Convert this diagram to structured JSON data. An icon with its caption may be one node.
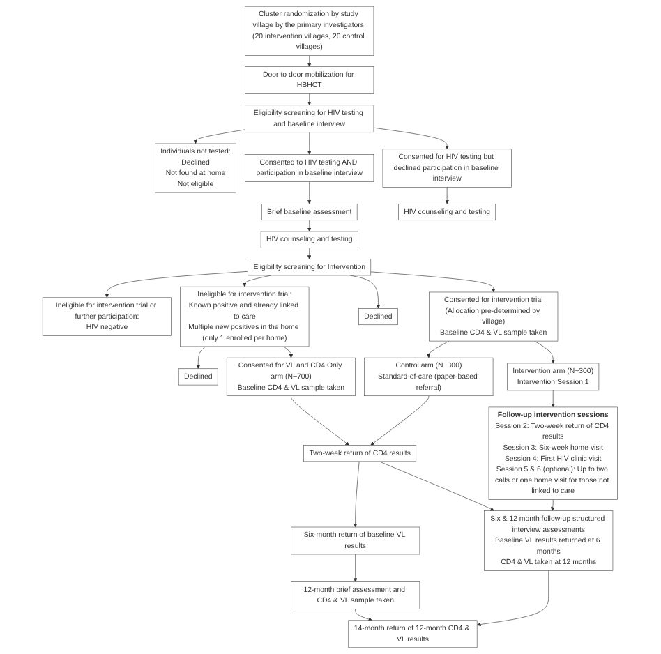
{
  "diagram": {
    "nodes": [
      {
        "text": [
          "Cluster randomization by study village by the primary investigators (20 intervention villages, 20 control villages)"
        ]
      },
      {
        "text": [
          "Door to door mobilization for HBHCT"
        ]
      },
      {
        "text": [
          "Eligibility screening for HIV testing and baseline interview"
        ]
      },
      {
        "text": [
          "Individuals not tested:",
          "Declined",
          "Not found at home",
          "Not eligible"
        ]
      },
      {
        "text": [
          "Consented to HIV testing AND participation in baseline interview"
        ]
      },
      {
        "text": [
          "Consented for HIV testing but declined participation in baseline interview"
        ]
      },
      {
        "text": [
          "Brief baseline assessment"
        ]
      },
      {
        "text": [
          "HIV counseling and testing"
        ]
      },
      {
        "text": [
          "HIV counseling and testing"
        ]
      },
      {
        "text": [
          "Ineligible for intervention trial or further participation:",
          "HIV negative"
        ]
      },
      {
        "text": [
          "Eligibility screening for Intervention"
        ]
      },
      {
        "text": [
          "Ineligible for intervention trial:",
          "Known positive and already linked to care",
          "Multiple new positives in the home (only 1 enrolled per home)"
        ]
      },
      {
        "text": [
          "Declined"
        ]
      },
      {
        "text": [
          "Consented for intervention trial",
          "(Allocation pre-determined by village)",
          "Baseline CD4 & VL sample taken"
        ]
      },
      {
        "text": [
          "Declined"
        ]
      },
      {
        "text": [
          "Consented for VL and CD4 Only arm (N~700)",
          "Baseline CD4 & VL sample taken"
        ]
      },
      {
        "text": [
          "Intervention arm (N~300)",
          "Intervention Session 1"
        ]
      },
      {
        "text": [
          "Control arm (N~300)",
          "Standard-of-care (paper-based referral)"
        ]
      },
      {
        "text": [
          "Follow-up intervention sessions",
          "Session 2: Two-week return of CD4 results",
          "Session 3: Six-week home visit",
          "Session 4: First HIV clinic visit",
          "Session 5 & 6 (optional): Up to two calls or one home visit for those not linked to care"
        ]
      },
      {
        "text": [
          "Two-week return of CD4 results"
        ]
      },
      {
        "text": [
          "Six-month return of baseline VL results"
        ]
      },
      {
        "text": [
          "Six & 12 month follow-up structured interview assessments",
          "Baseline VL results returned at 6 months",
          "CD4 & VL taken at 12 months"
        ]
      },
      {
        "text": [
          "12-month brief assessment and CD4 & VL sample taken"
        ]
      },
      {
        "text": [
          "14-month return of 12-month CD4 & VL results"
        ]
      }
    ],
    "edges": [
      {
        "from": 0,
        "to": 1,
        "arrow": "to"
      },
      {
        "from": 1,
        "to": 2,
        "arrow": "to"
      },
      {
        "from": 2,
        "to": 3,
        "arrow": "to"
      },
      {
        "from": 2,
        "to": 4,
        "arrow": "to"
      },
      {
        "from": 2,
        "to": 5,
        "arrow": "to"
      },
      {
        "from": 4,
        "to": 6,
        "arrow": "to"
      },
      {
        "from": 5,
        "to": 7,
        "arrow": "to"
      },
      {
        "from": 6,
        "to": 8,
        "arrow": "to"
      },
      {
        "from": 8,
        "to": 10,
        "arrow": "to"
      },
      {
        "from": 10,
        "to": 9,
        "arrow": "to"
      },
      {
        "from": 10,
        "to": 11,
        "arrow": "to"
      },
      {
        "from": 10,
        "to": 12,
        "arrow": "to"
      },
      {
        "from": 10,
        "to": 13,
        "arrow": "to"
      },
      {
        "from": 11,
        "to": 14,
        "arrow": "to"
      },
      {
        "from": 11,
        "to": 15,
        "arrow": "to"
      },
      {
        "from": 13,
        "to": 16,
        "arrow": "to"
      },
      {
        "from": 13,
        "to": 17,
        "arrow": "to"
      },
      {
        "from": 16,
        "to": 18,
        "arrow": "to"
      },
      {
        "from": 17,
        "to": 19,
        "arrow": "to"
      },
      {
        "from": 15,
        "to": 19,
        "arrow": "to"
      },
      {
        "from": 19,
        "to": 20,
        "arrow": "to"
      },
      {
        "from": 18,
        "to": 21,
        "arrow": "to"
      },
      {
        "from": 19,
        "to": 21,
        "arrow": "to"
      },
      {
        "from": 20,
        "to": 22,
        "arrow": "to"
      },
      {
        "from": 21,
        "to": 23,
        "arrow": "to"
      },
      {
        "from": 22,
        "to": 23,
        "arrow": "to"
      }
    ]
  }
}
